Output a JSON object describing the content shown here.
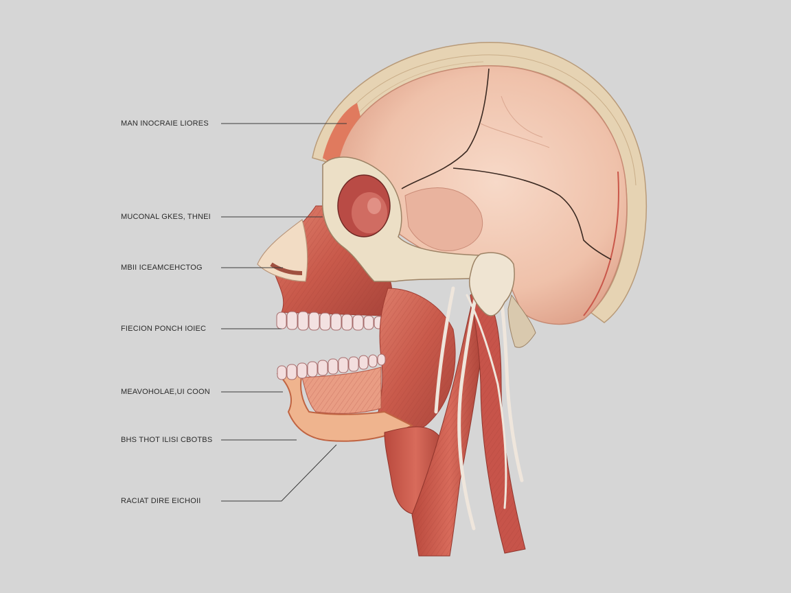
{
  "labels": [
    "MAN INOCRAIE LIORES",
    "MUCONAL GKES, THNEI",
    "MBII ICEAMCEHCTOG",
    "FIECION PONCH IOIEC",
    "MEAVOHOLAE,UI COON",
    "BHS THOT ILISI CBOTBS",
    "RACIAT DIRE EICHOII"
  ],
  "colors": {
    "background": "#d6d6d6",
    "muscle": "#c9574a",
    "muscle_light": "#dd8a78",
    "bone": "#eadcc4",
    "skull": "#f0c6b0",
    "scalp": "#e2ccaa",
    "leader_line": "#3a3a3a"
  }
}
